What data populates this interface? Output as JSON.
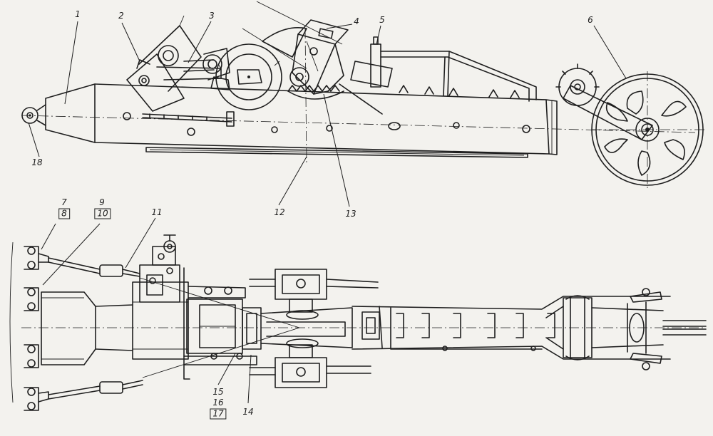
{
  "callouts": {
    "c1": "1",
    "c2": "2",
    "c3": "3",
    "c4": "4",
    "c5": "5",
    "c6": "6",
    "c7": "7",
    "c8": "8",
    "c9": "9",
    "c10": "10",
    "c11": "11",
    "c12": "12",
    "c13": "13",
    "c14": "14",
    "c15": "15",
    "c16": "16",
    "c17": "17",
    "c18": "18"
  },
  "colors": {
    "ink": "#1e1e1e",
    "paper": "#f3f2ee"
  }
}
